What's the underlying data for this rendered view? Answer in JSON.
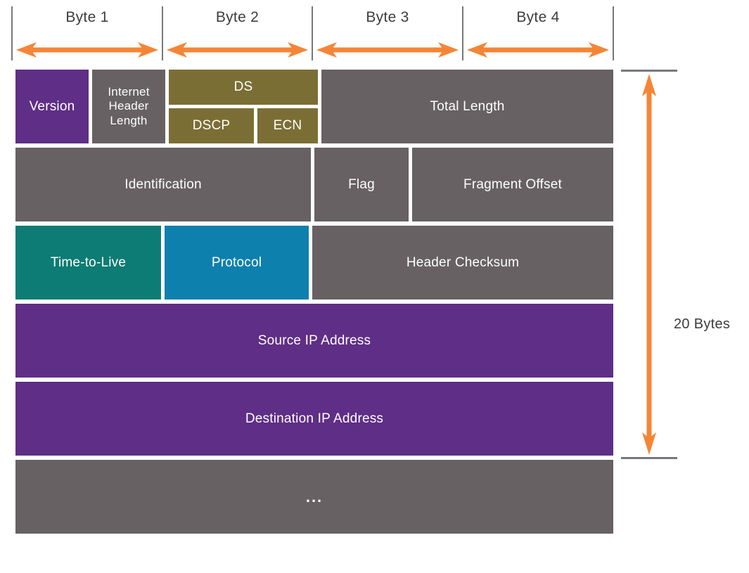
{
  "colors": {
    "purple": "#5f2e86",
    "gray": "#676163",
    "olive": "#7b6e35",
    "teal": "#0d7c74",
    "blue": "#0e80ae",
    "orange": "#f58536",
    "line_gray": "#77787b",
    "label_text": "#3d3d3d",
    "box_text": "#ffffff"
  },
  "byte_scale": {
    "labels": [
      "Byte 1",
      "Byte 2",
      "Byte 3",
      "Byte 4"
    ]
  },
  "fields": {
    "version": "Version",
    "ihl": "Internet Header Length",
    "ds": "DS",
    "dscp": "DSCP",
    "ecn": "ECN",
    "total_length": "Total Length",
    "identification": "Identification",
    "flag": "Flag",
    "fragment_offset": "Fragment Offset",
    "ttl": "Time-to-Live",
    "protocol": "Protocol",
    "header_checksum": "Header Checksum",
    "source_ip": "Source IP Address",
    "destination_ip": "Destination IP Address",
    "more": "..."
  },
  "size_indicator": {
    "label": "20 Bytes"
  }
}
